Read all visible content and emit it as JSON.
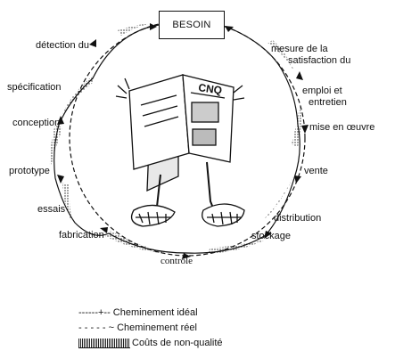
{
  "diagram": {
    "top_box": "BESOIN",
    "stages_left": [
      "détection du",
      "spécification",
      "conception",
      "prototype",
      "essais",
      "fabrication"
    ],
    "stages_right": [
      "mesure de la",
      "satisfaction du",
      "emploi et",
      "entretien",
      "mise en œuvre",
      "vente",
      "distribution",
      "stockage"
    ],
    "bottom_label": "contrôle",
    "illustration_text": "CNQ"
  },
  "legend": {
    "ideal": "------+-- Cheminement idéal",
    "real": "- - - - - ~ Cheminement réel",
    "costs": "Coûts de non-qualité"
  }
}
